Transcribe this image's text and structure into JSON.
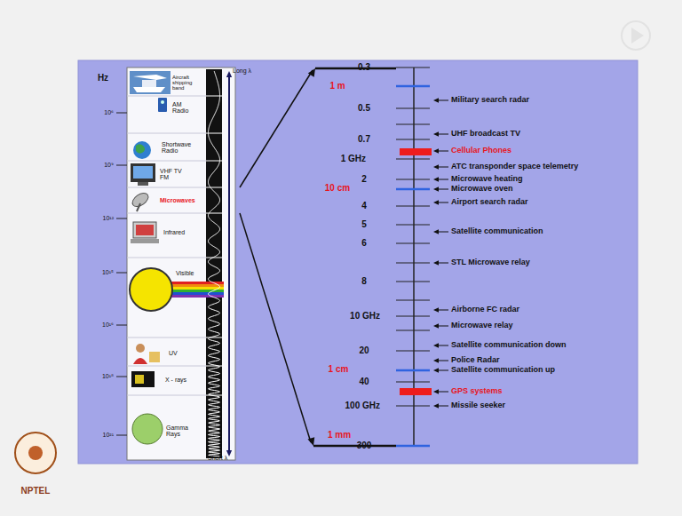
{
  "diagram": {
    "labels": [
      "Hz",
      "10⁶",
      "10⁹",
      "10¹²",
      "10¹⁵",
      "10¹⁶",
      "10¹⁸",
      "10²¹",
      "Long λ",
      "Short λ",
      "Aircraft shipping band",
      "AM Radio",
      "Shortwave Radio",
      "VHF TV FM",
      "Microwaves",
      "Infrared",
      "Visible",
      "UV",
      "X - rays",
      "Gamma Rays",
      "0.3",
      "0.5",
      "0.7",
      "1 GHz",
      "2",
      "4",
      "5",
      "6",
      "8",
      "10 GHz",
      "20",
      "40",
      "100 GHz",
      "300",
      "1 m",
      "10 cm",
      "1 cm",
      "1 mm",
      "Military search radar",
      "UHF broadcast TV",
      "Cellular Phones",
      "ATC transponder space telemetry",
      "Microwave heating",
      "Microwave oven",
      "Airport search radar",
      "Satellite communication",
      "STL Microwave relay",
      "Airborne FC radar",
      "Microwave relay",
      "Satellite communication down",
      "Police Radar",
      "Satellite communication up",
      "GPS systems",
      "Missile seeker",
      "NPTEL"
    ]
  }
}
